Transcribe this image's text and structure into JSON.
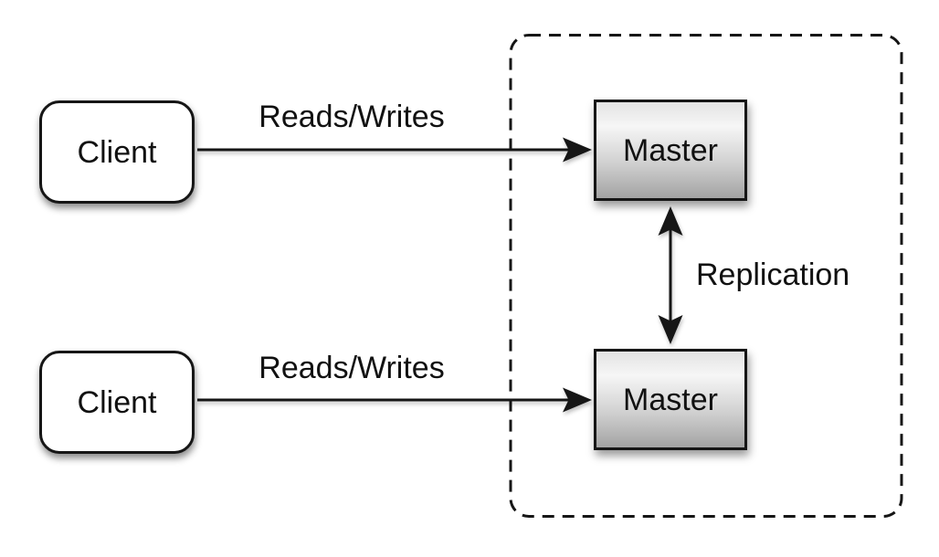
{
  "diagram": {
    "description": "Master-master replication architecture diagram",
    "nodes": {
      "client_top": {
        "label": "Client"
      },
      "client_bottom": {
        "label": "Client"
      },
      "master_top": {
        "label": "Master"
      },
      "master_bottom": {
        "label": "Master"
      }
    },
    "edges": {
      "reads_writes_top": {
        "label": "Reads/Writes"
      },
      "reads_writes_bottom": {
        "label": "Reads/Writes"
      },
      "replication": {
        "label": "Replication"
      }
    },
    "colors": {
      "background": "#ffffff",
      "stroke": "#161616",
      "client_fill": "#ffffff",
      "master_gradient_top": "#f6f6f6",
      "master_gradient_bottom": "#a3a3a3",
      "text": "#111111"
    }
  }
}
